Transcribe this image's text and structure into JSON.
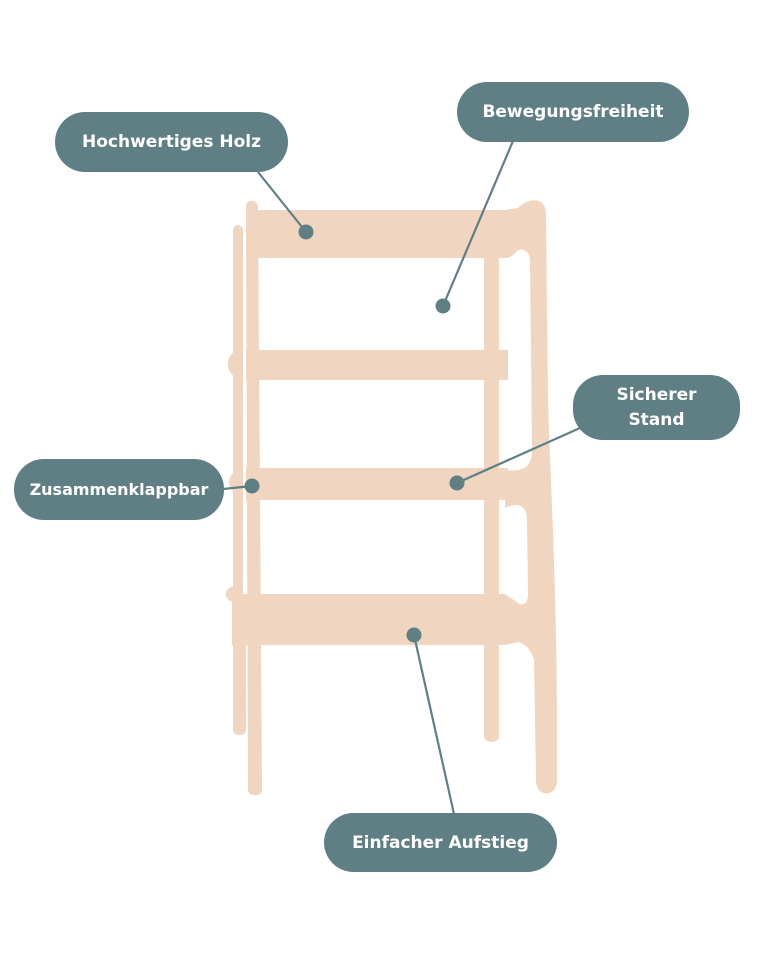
{
  "colors": {
    "wood": "#f0d5c0",
    "callout": "#5f7f84",
    "callout_text": "#ffffff",
    "background": "#ffffff"
  },
  "labels": {
    "hochwertiges_holz": "Hochwertiges Holz",
    "bewegungsfreiheit": "Bewegungsfreiheit",
    "sicherer_stand": "Sicherer Stand",
    "zusammenklappbar": "Zusammenklappbar",
    "einfacher_aufstieg": "Einfacher Aufstieg"
  }
}
